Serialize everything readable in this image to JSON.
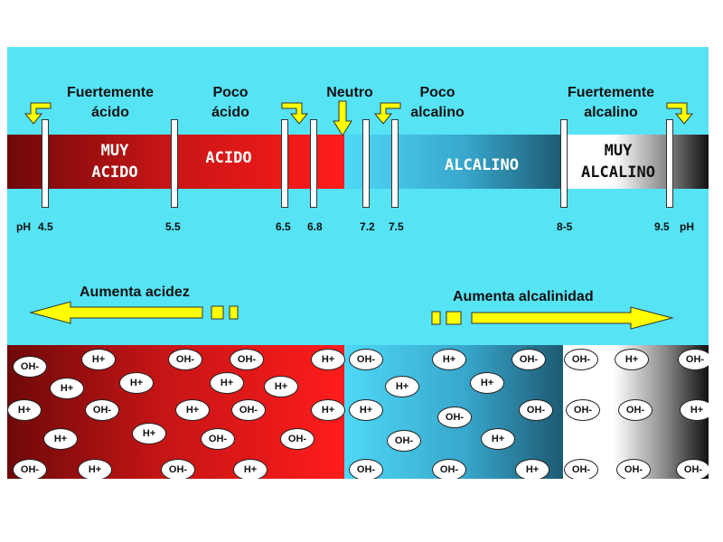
{
  "scale_categories": [
    {
      "id": "fuertemente-acido",
      "line1": "Fuertemente",
      "line2": "ácido"
    },
    {
      "id": "poco-acido",
      "line1": "Poco",
      "line2": "ácido"
    },
    {
      "id": "neutro",
      "line1": "Neutro",
      "line2": ""
    },
    {
      "id": "poco-alcalino",
      "line1": "Poco",
      "line2": "alcalino"
    },
    {
      "id": "fuertemente-alcalino",
      "line1": "Fuertemente",
      "line2": "alcalino"
    }
  ],
  "bar_labels": {
    "muy_acido": [
      "MUY",
      "ACIDO"
    ],
    "acido": "ACIDO",
    "alcalino": "ALCALINO",
    "muy_alcalino": [
      "MUY",
      "ALCALINO"
    ]
  },
  "ph_label": "pH",
  "ph_ticks": [
    "4.5",
    "5.5",
    "6.5",
    "6.8",
    "7.2",
    "7.5",
    "8-5",
    "9.5"
  ],
  "trends": {
    "left": "Aumenta acidez",
    "right": "Aumenta alcalinidad"
  },
  "ion_labels": {
    "hydroxide": "OH-",
    "hydrogen": "H+"
  },
  "ions": {
    "acid_zone": [
      "hydroxide",
      "hydrogen",
      "hydroxide",
      "hydroxide",
      "hydrogen",
      "hydrogen",
      "hydrogen",
      "hydrogen",
      "hydrogen",
      "hydrogen",
      "hydroxide",
      "hydrogen",
      "hydroxide",
      "hydrogen",
      "hydrogen",
      "hydrogen",
      "hydroxide",
      "hydroxide",
      "hydroxide",
      "hydrogen",
      "hydroxide",
      "hydrogen"
    ],
    "alkaline_zone": [
      "hydroxide",
      "hydrogen",
      "hydroxide",
      "hydrogen",
      "hydrogen",
      "hydrogen",
      "hydroxide",
      "hydroxide",
      "hydroxide",
      "hydrogen",
      "hydroxide",
      "hydroxide",
      "hydrogen"
    ],
    "very_alkaline_zone": [
      "hydroxide",
      "hydrogen",
      "hydroxide",
      "hydroxide",
      "hydroxide",
      "hydrogen",
      "hydroxide",
      "hydroxide",
      "hydroxide"
    ]
  },
  "colors": {
    "background": "#56e3f4",
    "acid_dark": "#7a0a0a",
    "acid_bright": "#ff1a1a",
    "alkaline_light": "#4fd8f7",
    "alkaline_dark": "#1d5a72",
    "very_alkaline_light": "#ffffff",
    "very_alkaline_dark": "#111111",
    "arrow_yellow": "#ffff00"
  }
}
